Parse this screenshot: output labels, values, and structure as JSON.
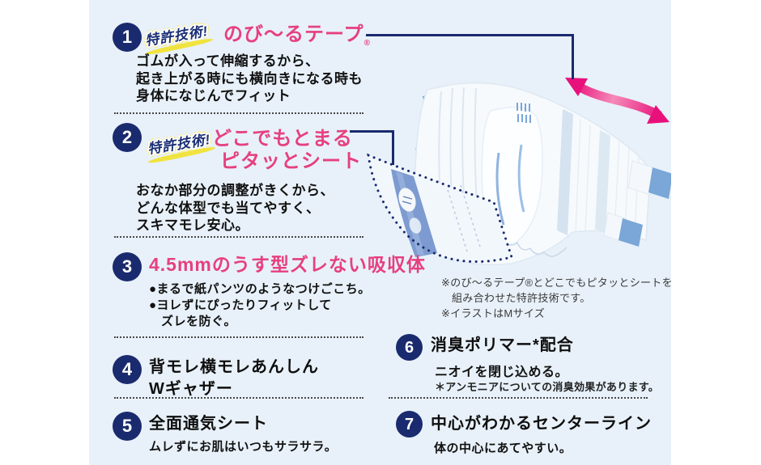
{
  "colors": {
    "panel_bg": "#e8f1f9",
    "navy": "#1a2a6e",
    "pink_title": "#e6407f",
    "badge_yellow": "#ffe94f",
    "arrow_pink": "#e8117c",
    "tab_blue": "#7aa6d8"
  },
  "badge_label": "特許技術!",
  "features": {
    "f1": {
      "num": "1",
      "title": "のび〜るテープ",
      "reg": "®",
      "desc": [
        "ゴムが入って伸縮するから、",
        "起き上がる時にも横向きになる時も",
        "身体になじんでフィット"
      ]
    },
    "f2": {
      "num": "2",
      "title": [
        "どこでもとまる",
        "ピタッとシート"
      ],
      "desc": [
        "おなか部分の調整がきくから、",
        "どんな体型でも当てやすく、",
        "スキマモレ安心。"
      ]
    },
    "f3": {
      "num": "3",
      "title": "4.5mmのうす型ズレない吸収体",
      "bullets": [
        "●まるで紙パンツのようなつけごこち。",
        "●ヨレずにぴったりフィットして",
        "ズレを防ぐ。"
      ]
    },
    "f4": {
      "num": "4",
      "title": [
        "背モレ横モレあんしん",
        "Wギャザー"
      ]
    },
    "f5": {
      "num": "5",
      "title": "全面通気シート",
      "desc": "ムレずにお肌はいつもサラサラ。"
    },
    "f6": {
      "num": "6",
      "title": "消臭ポリマー*配合",
      "desc": "ニオイを閉じ込める。",
      "note": "＊アンモニアについての消臭効果があります。"
    },
    "f7": {
      "num": "7",
      "title": "中心がわかるセンターライン",
      "desc": "体の中心にあてやすい。"
    }
  },
  "illustration": {
    "notes": [
      "※のび〜るテープ®とどこでもピタッとシートを",
      "組み合わせた特許技術です。",
      "※イラストはMサイズ"
    ]
  }
}
